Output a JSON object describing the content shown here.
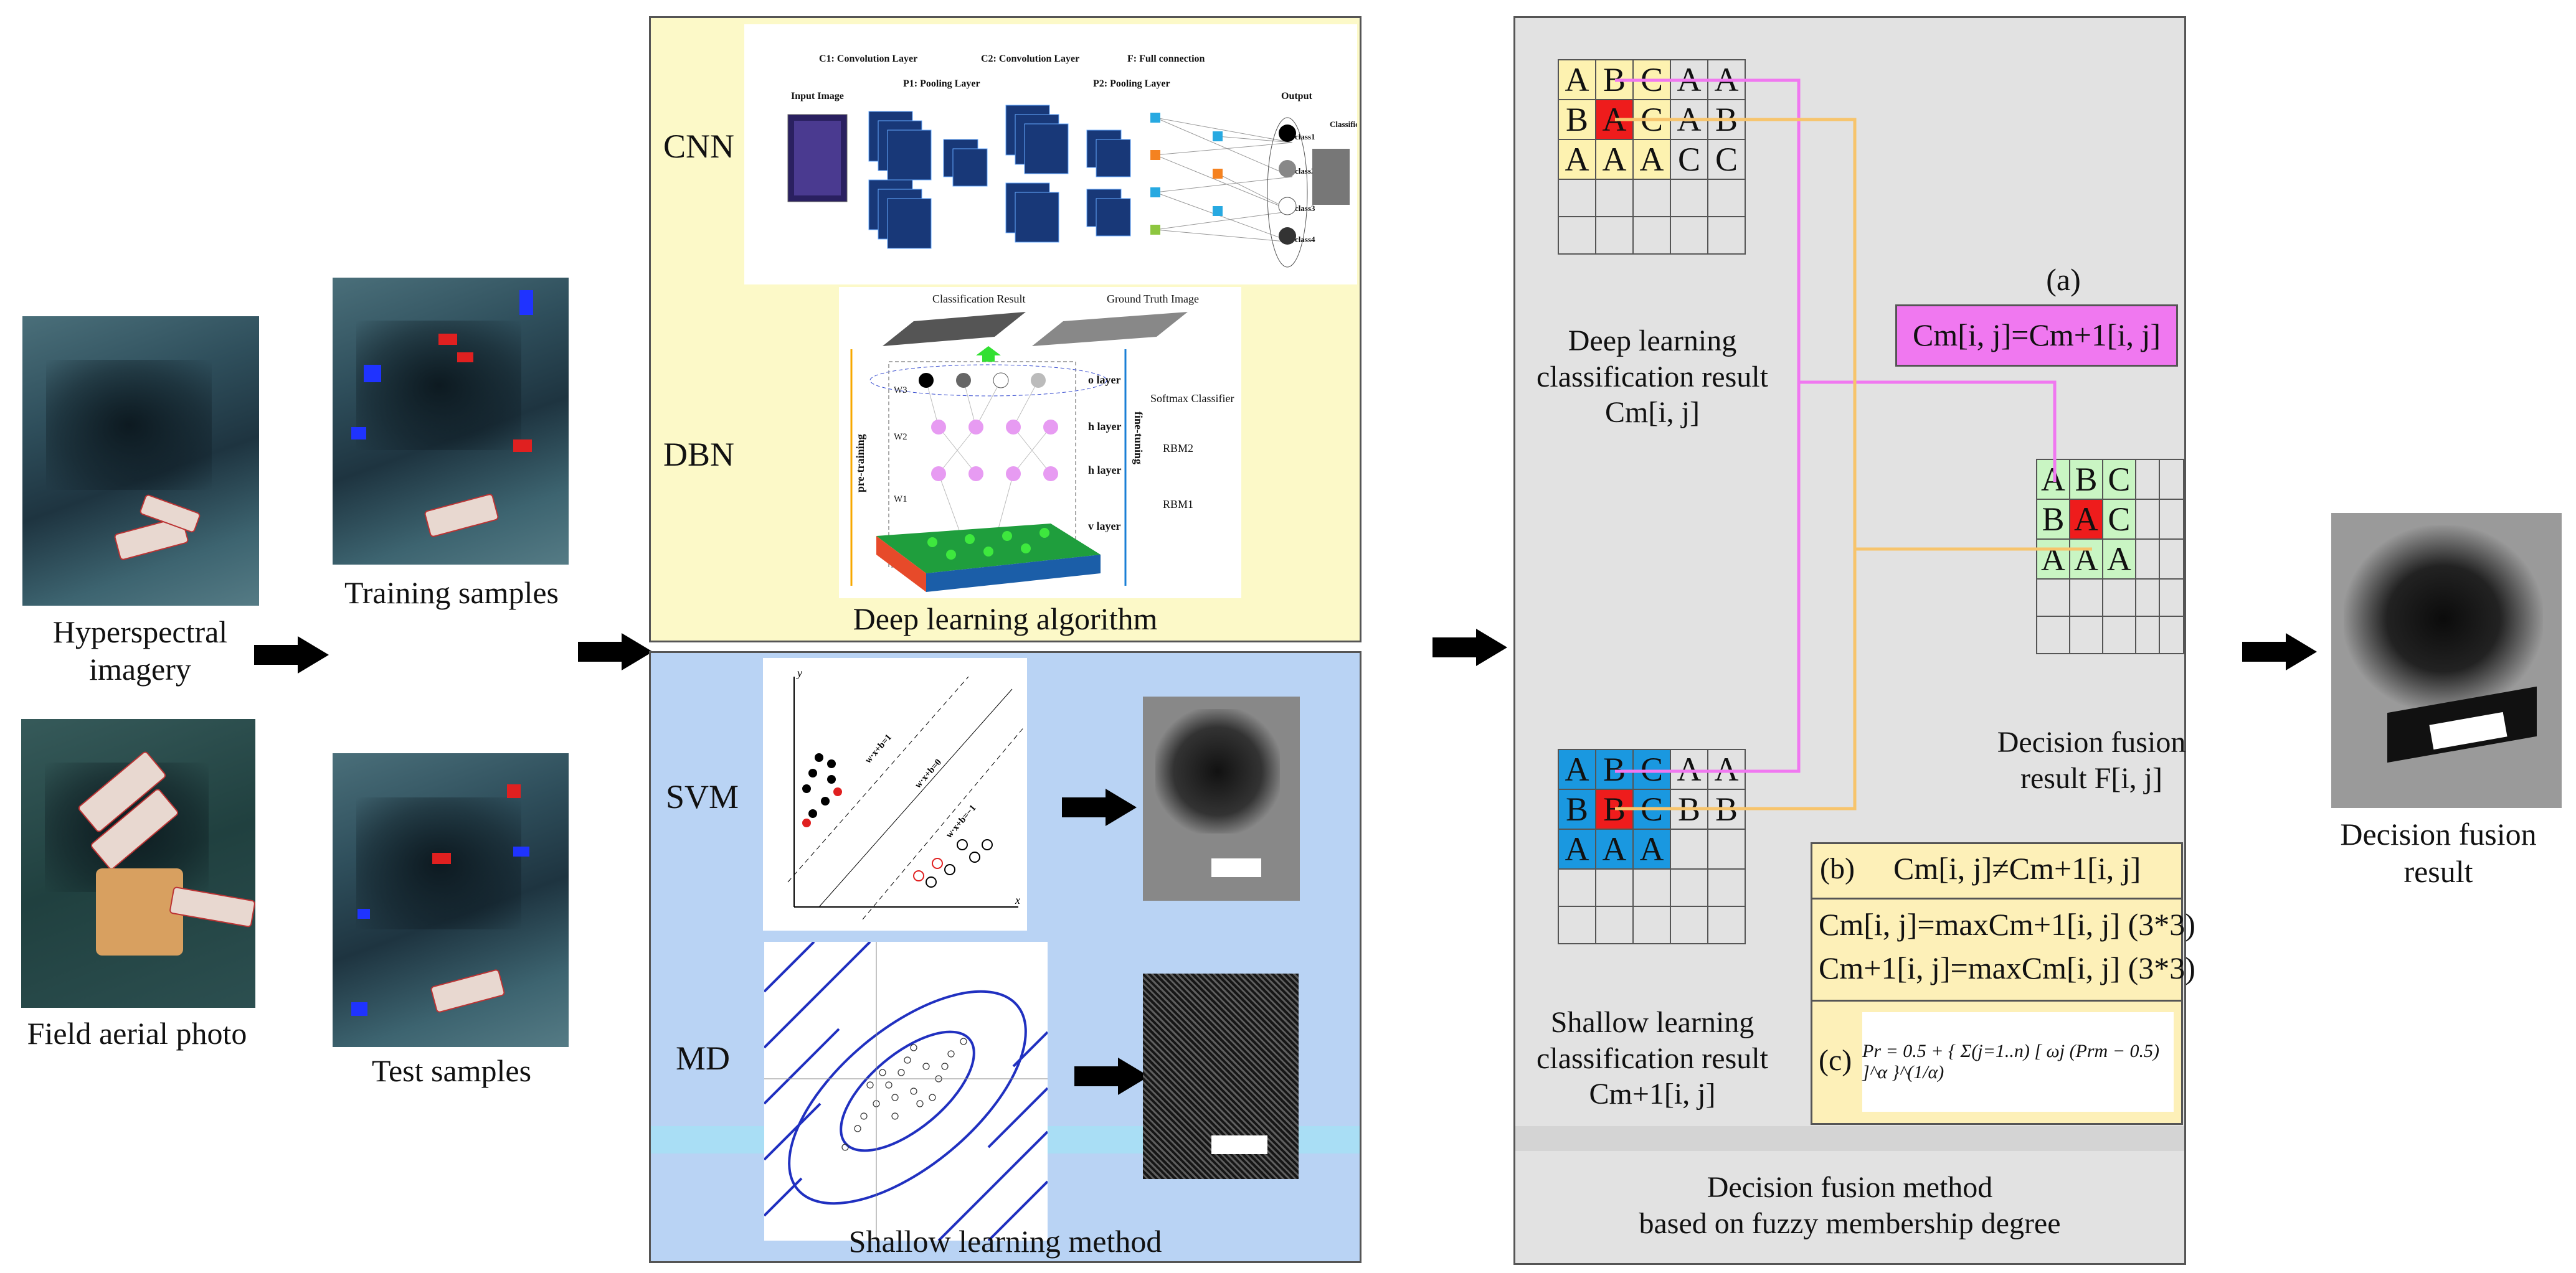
{
  "left": {
    "hyperspectral_label": "Hyperspectral imagery",
    "field_label": "Field aerial photo",
    "training_label": "Training samples",
    "test_label": "Test samples"
  },
  "deep": {
    "cnn_label": "CNN",
    "dbn_label": "DBN",
    "title": "Deep learning algorithm",
    "cnn_texts": [
      "C1: Convolution Layer",
      "C2: Convolution Layer",
      "F: Full connection",
      "P1: Pooling Layer",
      "P2: Pooling Layer",
      "Input Image",
      "Output",
      "Classification Result",
      "class1",
      "class2",
      "class3",
      "class4"
    ],
    "dbn_texts": [
      "Classification Result",
      "Ground Truth Image",
      "o layer",
      "h layer",
      "h layer",
      "v layer",
      "Softmax Classifier",
      "RBM2",
      "RBM1",
      "pre-training",
      "fine-tuning",
      "W3",
      "W2",
      "W1"
    ],
    "bg_color": "#fcf9c8"
  },
  "shallow": {
    "svm_label": "SVM",
    "md_label": "MD",
    "title": "Shallow learning method",
    "svm_texts": [
      "y",
      "x",
      "w·x+b=1",
      "w·x+b=0",
      "w·x+b=−1"
    ],
    "bg_color": "#b9d3f4"
  },
  "fusion": {
    "deep_grid": [
      [
        "A",
        "B",
        "C",
        "A",
        "A"
      ],
      [
        "B",
        "A",
        "C",
        "A",
        "B"
      ],
      [
        "A",
        "A",
        "A",
        "C",
        "C"
      ],
      [
        "",
        "",
        "",
        "",
        ""
      ],
      [
        "",
        "",
        "",
        "",
        ""
      ]
    ],
    "deep_caption": [
      "Deep learning",
      "classification result",
      "Cm[i, j]"
    ],
    "shallow_grid": [
      [
        "A",
        "B",
        "C",
        "A",
        "A"
      ],
      [
        "B",
        "B",
        "C",
        "B",
        "B"
      ],
      [
        "A",
        "A",
        "A",
        "",
        ""
      ],
      [
        "",
        "",
        "",
        "",
        ""
      ],
      [
        "",
        "",
        "",
        "",
        ""
      ]
    ],
    "shallow_caption": [
      "Shallow learning",
      "classification result",
      "Cm+1[i, j]"
    ],
    "fused_grid": [
      [
        "A",
        "B",
        "C",
        "",
        ""
      ],
      [
        "B",
        "A",
        "C",
        "",
        ""
      ],
      [
        "A",
        "A",
        "A",
        "",
        ""
      ],
      [
        "",
        "",
        "",
        "",
        ""
      ],
      [
        "",
        "",
        "",
        "",
        ""
      ]
    ],
    "fused_caption": [
      "Decision fusion",
      "result F[i, j]"
    ],
    "label_a": "(a)",
    "eq_a": "Cm[i, j]=Cm+1[i, j]",
    "label_b": "(b)",
    "eq_b": "Cm[i, j]≠Cm+1[i, j]",
    "eq_b1": "Cm[i, j]=maxCm+1[i, j] (3*3)",
    "eq_b2": "Cm+1[i, j]=maxCm[i, j] (3*3)",
    "label_c": "(c)",
    "formula": "Pr = 0.5 + { Σ(j=1..n) [ ωj (Prm − 0.5) ]^α }^(1/α)",
    "title_lines": [
      "Decision fusion method",
      "based on fuzzy membership degree"
    ],
    "bg_color": "#e2e2e2",
    "magenta": "#f078f0",
    "orange": "#f7c46c",
    "red": "#ee1c1c",
    "yellow_cell": "#fdf2b0",
    "blue_cell": "#1a98e0",
    "green_cell": "#c9f5c3"
  },
  "result_label": [
    "Decision fusion",
    "result"
  ]
}
